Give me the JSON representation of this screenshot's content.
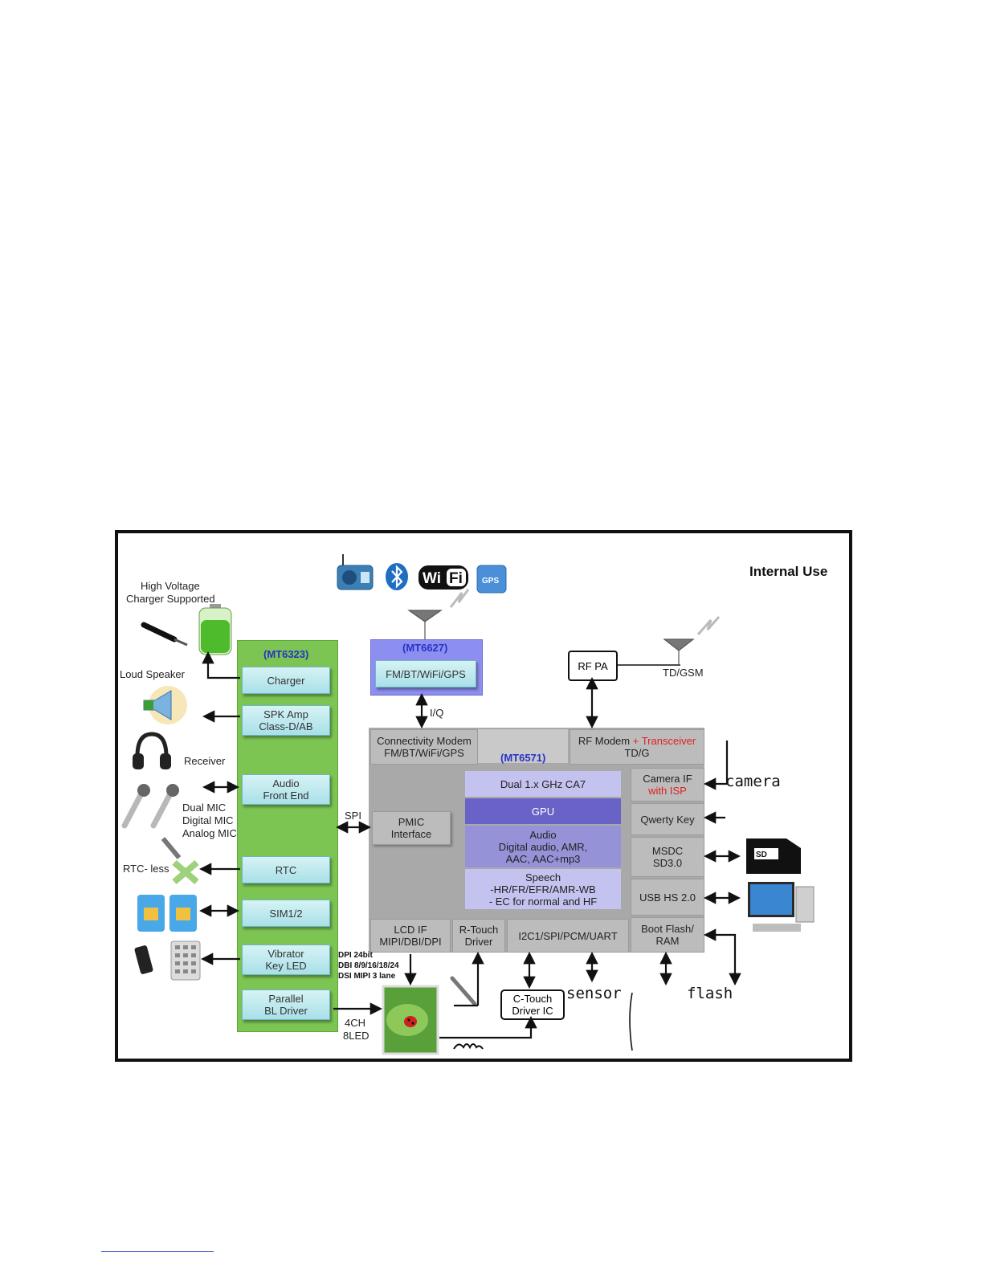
{
  "diagram": {
    "internal_use": "Internal Use",
    "power_pmic": {
      "chip": "(MT6323)",
      "charger_note_line1": "High Voltage",
      "charger_note_line2": "Charger Supported",
      "blocks": {
        "charger": "Charger",
        "spk_amp_line1": "SPK Amp",
        "spk_amp_line2": "Class-D/AB",
        "audio_fe_line1": "Audio",
        "audio_fe_line2": "Front End",
        "rtc": "RTC",
        "sim": "SIM1/2",
        "vibrator_line1": "Vibrator",
        "vibrator_line2": "Key LED",
        "parallel_line1": "Parallel",
        "parallel_line2": "BL Driver"
      }
    },
    "left_labels": {
      "loud_speaker": "Loud Speaker",
      "receiver": "Receiver",
      "mic_line1": "Dual MIC",
      "mic_line2": "Digital MIC",
      "mic_line3": "Analog MIC",
      "rtc_less": "RTC- less"
    },
    "connectivity": {
      "chip": "(MT6627)",
      "block": "FM/BT/WiFi/GPS",
      "iq": "I/Q",
      "icon_gps_text": "GPS",
      "icon_wifi_text": "Wi Fi"
    },
    "rf": {
      "pa": "RF PA",
      "band": "TD/GSM"
    },
    "soc": {
      "chip": "(MT6571)",
      "conn_modem_line1": "Connectivity Modem",
      "conn_modem_line2": "FM/BT/WiFi/GPS",
      "rf_modem_line1a": "RF Modem",
      "rf_modem_line1b": "+ Transceiver",
      "rf_modem_line2": "TD/G",
      "cpu": "Dual 1.x GHz CA7",
      "gpu": "GPU",
      "audio_line1": "Audio",
      "audio_line2": "Digital audio, AMR,",
      "audio_line3": "AAC, AAC+mp3",
      "speech_line1": "Speech",
      "speech_line2": "-HR/FR/EFR/AMR-WB",
      "speech_line3": "- EC for normal and HF",
      "pmic_if_line1": "PMIC",
      "pmic_if_line2": "Interface",
      "spi": "SPI",
      "camera_if_line1": "Camera IF",
      "camera_if_line2": "with ISP",
      "qwerty": "Qwerty Key",
      "msdc_line1": "MSDC",
      "msdc_line2": "SD3.0",
      "usb": "USB HS 2.0",
      "boot_line1": "Boot Flash/",
      "boot_line2": "RAM",
      "lcd_line1": "LCD IF",
      "lcd_line2": "MIPI/DBI/DPI",
      "rtouch_line1": "R-Touch",
      "rtouch_line2": "Driver",
      "i2c": "I2C1/SPI/PCM/UART"
    },
    "bottom": {
      "dpi_line1": "DPI 24bit",
      "dpi_line2": "DBI 8/9/16/18/24",
      "dpi_line3": "DSI MIPI 3 lane",
      "led_line1": "4CH",
      "led_line2": "8LED",
      "ctouch_line1": "C-Touch",
      "ctouch_line2": "Driver IC"
    },
    "annotations": {
      "camera": "camera",
      "sensor": "sensor",
      "flash": "flash"
    },
    "colors": {
      "pmic_green": "#7cc553",
      "connectivity_purple": "#8c8ff0",
      "soc_gray": "#a9a9a9",
      "gpu_purple": "#6a63c7",
      "accent_red": "#e02020",
      "chip_blue": "#2632c8"
    }
  }
}
